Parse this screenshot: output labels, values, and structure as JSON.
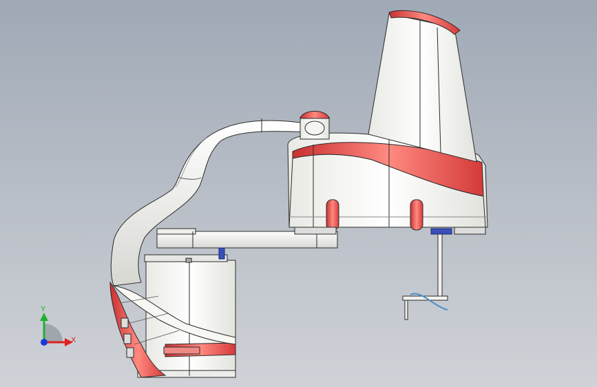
{
  "viewport": {
    "background_top": "#9fa9b6",
    "background_bottom": "#cfd2d7"
  },
  "model": {
    "body_color": "#f2f2ee",
    "accent_color": "#e8403f",
    "edge_color": "#2a2a2a",
    "icon": "scara-robot-model"
  },
  "triad": {
    "x_label": "X",
    "y_label": "Y",
    "x_color": "#e02020",
    "y_color": "#20b030",
    "origin_color": "#1a3ad8"
  }
}
